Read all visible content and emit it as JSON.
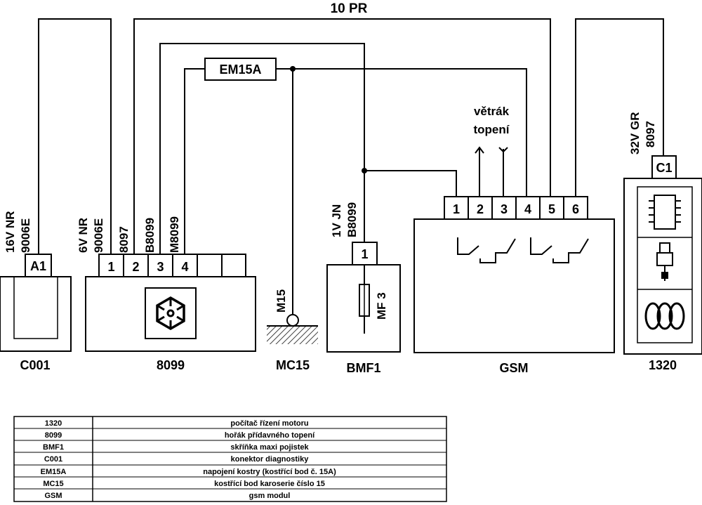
{
  "title": "10 PR",
  "components": {
    "c001": {
      "name": "C001",
      "pin": "A1",
      "wire_top": "16V NR",
      "wire_bottom": "9006E"
    },
    "h8099": {
      "name": "8099",
      "pins": [
        "1",
        "2",
        "3",
        "4"
      ],
      "wire_labels": [
        {
          "top": "6V NR",
          "bottom": "9006E"
        },
        {
          "top": "",
          "bottom": "8097"
        },
        {
          "top": "",
          "bottom": "B8099"
        },
        {
          "top": "",
          "bottom": "M8099"
        }
      ]
    },
    "em15a": {
      "name": "EM15A"
    },
    "mc15": {
      "name": "MC15",
      "label": "M15"
    },
    "bmf1": {
      "name": "BMF1",
      "pin": "1",
      "fuse": "MF 3",
      "wire_top": "1V JN",
      "wire_bottom": "B8099"
    },
    "gsm": {
      "name": "GSM",
      "pins": [
        "1",
        "2",
        "3",
        "4",
        "5",
        "6"
      ],
      "fan_line1": "větrák",
      "fan_line2": "topení"
    },
    "c1320": {
      "name": "1320",
      "pin": "C1",
      "wire_top": "32V GR",
      "wire_bottom": "8097"
    }
  },
  "legend": [
    {
      "code": "1320",
      "description": "počítač řízení motoru"
    },
    {
      "code": "8099",
      "description": "hořák přídavného topení"
    },
    {
      "code": "BMF1",
      "description": "skříňka maxi pojistek"
    },
    {
      "code": "C001",
      "description": "konektor diagnostiky"
    },
    {
      "code": "EM15A",
      "description": "napojení kostry (kostřící bod č. 15A)"
    },
    {
      "code": "MC15",
      "description": "kostřící bod karoserie číslo 15"
    },
    {
      "code": "GSM",
      "description": "gsm modul"
    }
  ]
}
